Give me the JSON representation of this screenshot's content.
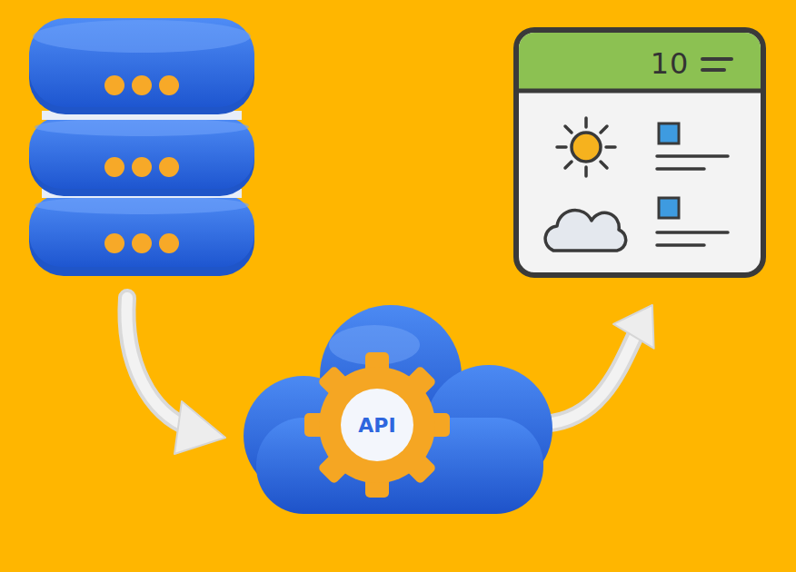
{
  "diagram": {
    "nodes": [
      {
        "text": [
          "API"
        ]
      },
      {
        "text": [
          "10"
        ]
      }
    ],
    "edges": [
      {
        "from": 0,
        "to": 1,
        "arrow": "to"
      }
    ]
  }
}
